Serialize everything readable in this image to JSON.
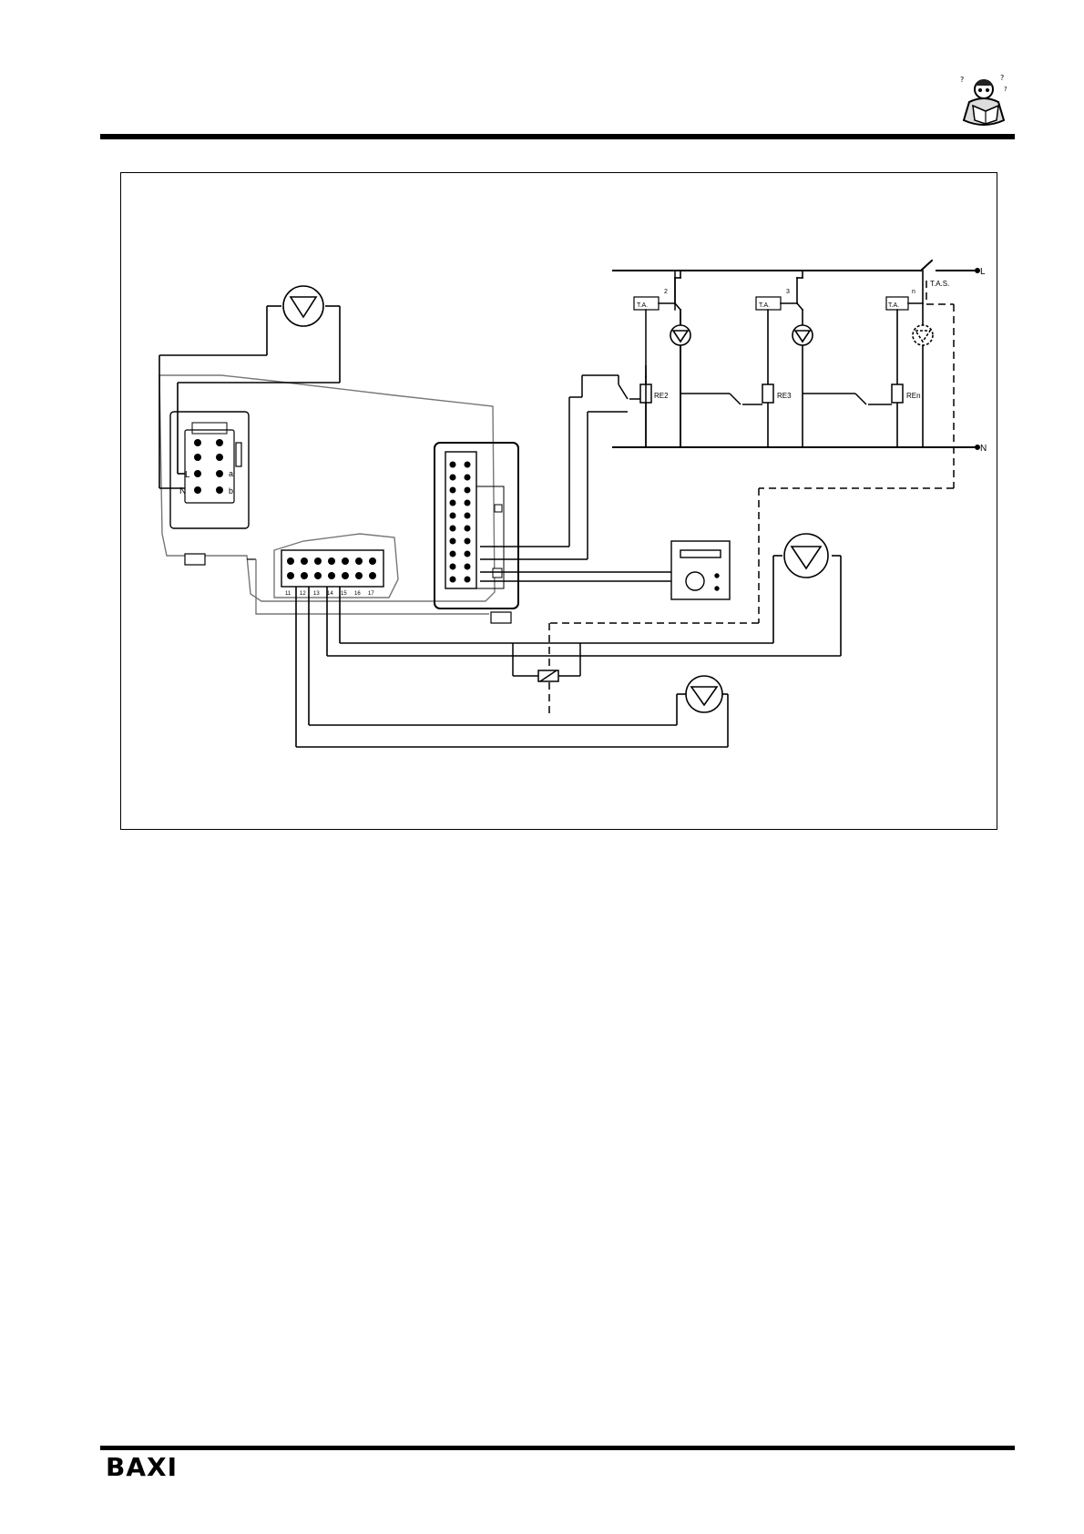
{
  "brand": {
    "logo_text": "BAXI"
  },
  "header": {
    "mascot_icon": "reading-technician-icon"
  },
  "diagram": {
    "terminal_labels": {
      "line_bus": "L",
      "neutral_bus": "N",
      "connector_L": "L",
      "connector_N": "N",
      "connector_a": "a",
      "connector_b": "b"
    },
    "switches": {
      "safety_thermostat": "T.A.S."
    },
    "zones": [
      {
        "thermostat": "T.A.",
        "zone_number": "2",
        "relay": "RE2"
      },
      {
        "thermostat": "T.A.",
        "zone_number": "3",
        "relay": "RE3"
      },
      {
        "thermostat": "T.A.",
        "zone_number": "n",
        "relay": "REn"
      }
    ],
    "terminal_block_numbers": [
      "11",
      "12",
      "13",
      "14",
      "15",
      "16",
      "17"
    ]
  }
}
